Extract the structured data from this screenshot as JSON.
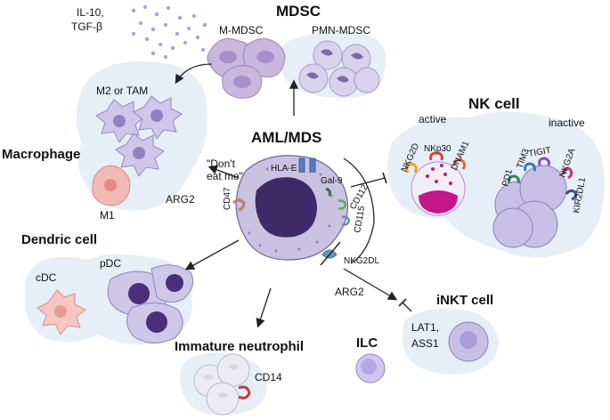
{
  "diagram": {
    "center_title": "AML/MDS",
    "mdsc": {
      "title": "MDSC",
      "m_label": "M-MDSC",
      "pmn_label": "PMN-MDSC",
      "cytokines": "IL-10,\nTGF-β"
    },
    "macrophage": {
      "title": "Macrophage",
      "m2_label": "M2 or TAM",
      "m1_label": "M1",
      "arg2": "ARG2"
    },
    "dendritic": {
      "title": "Dendric cell",
      "cdc": "cDC",
      "pdc": "pDC"
    },
    "neutrophil": {
      "title": "Immature neutrophil",
      "cd14": "CD14"
    },
    "ilc": {
      "title": "ILC"
    },
    "inkt": {
      "title": "iNKT cell",
      "arg2": "ARG2",
      "lat1": "LAT1,",
      "ass1": "ASS1"
    },
    "nk": {
      "title": "NK cell",
      "active": "active",
      "inactive": "inactive",
      "nkg2d": "NKG2D",
      "nkp30": "NKp30",
      "dnam1": "DNAM1",
      "pd1": "PD1",
      "tim3": "TIM3",
      "tigit": "TIGIT",
      "nkg2a": "NKG2A",
      "kir2dl1": "KIR2DL1"
    },
    "tumor": {
      "dont_eat_me_1": "\"Don't",
      "dont_eat_me_2": "eat me\"",
      "cd47": "CD47",
      "hla_e": "HLA-E",
      "gal9": "Gal-9",
      "cd112": "CD112",
      "cd115": "CD115",
      "nkg2dl": "NKG2DL"
    }
  }
}
